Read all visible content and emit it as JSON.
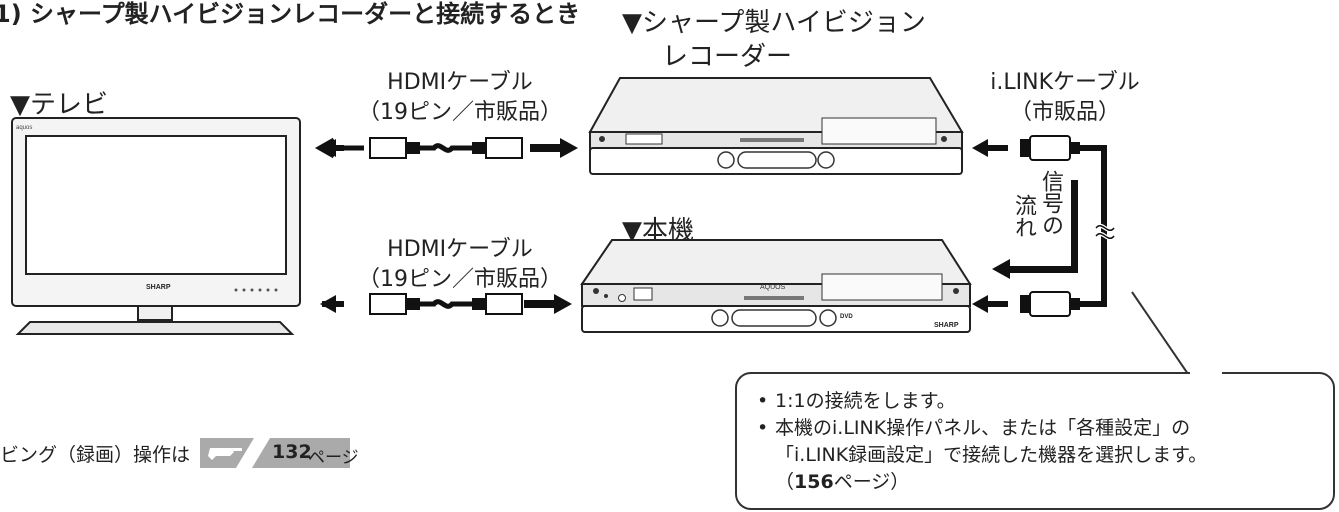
{
  "heading": "1) シャープ製ハイビジョンレコーダーと接続するとき",
  "labels": {
    "tv": "▼テレビ",
    "recorder_line1": "▼シャープ製ハイビジョン",
    "recorder_line2": "レコーダー",
    "this_unit": "▼本機",
    "hdmi_top_line1": "HDMIケーブル",
    "hdmi_top_line2": "（19ピン／市販品）",
    "hdmi_bottom_line1": "HDMIケーブル",
    "hdmi_bottom_line2": "（19ピン／市販品）",
    "ilink_line1": "i.LINKケーブル",
    "ilink_line2": "（市販品）",
    "signal_flow_col1": "流れ",
    "signal_flow_col2": "信号の"
  },
  "devices": {
    "tv_brand": "aquos",
    "tv_logo": "SHARP",
    "unit_brand": "AQUOS",
    "unit_logo": "SHARP",
    "unit_disc": "DVD"
  },
  "dubbing": {
    "text": "ビング（録画）操作は",
    "page_num": "132",
    "page_suffix": "ページ"
  },
  "notes": {
    "item1": "1:1の接続をします。",
    "item2_line1": "本機のi.LINK操作パネル、または「各種設定」の",
    "item2_line2": "「i.LINK録画設定」で接続した機器を選択します。",
    "item2_ref_open": "（",
    "item2_ref_num": "156",
    "item2_ref_suffix": "ページ）"
  }
}
